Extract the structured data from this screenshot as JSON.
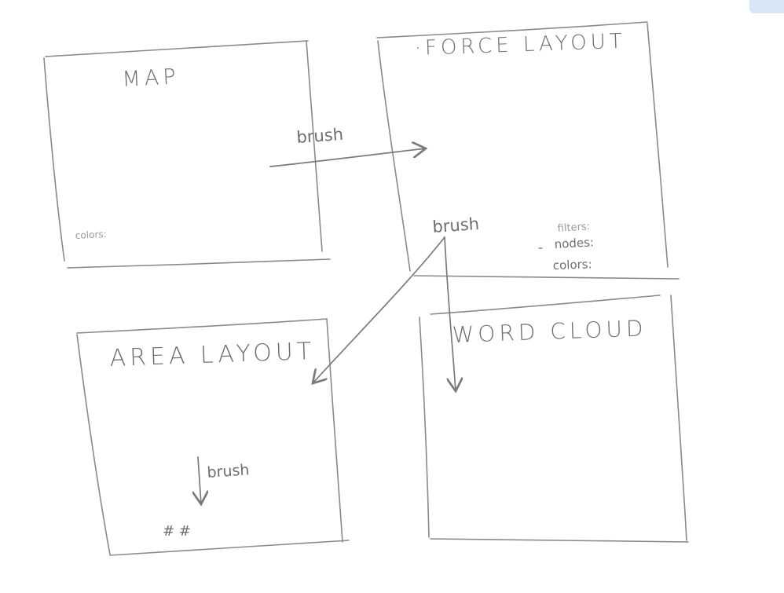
{
  "panels": {
    "map": {
      "title": "MAP",
      "colors_label": "colors:"
    },
    "force": {
      "title": "·FORCE LAYOUT",
      "filters_label": "filters:",
      "nodes_label": "nodes:",
      "colors_label": "colors:"
    },
    "area": {
      "title": "AREA LAYOUT",
      "brush_label": "brush",
      "hash_marks": "#  #"
    },
    "word": {
      "title": "WORD CLOUD"
    }
  },
  "connections": {
    "map_to_force": "brush",
    "force_to_area_and_word": "brush"
  }
}
